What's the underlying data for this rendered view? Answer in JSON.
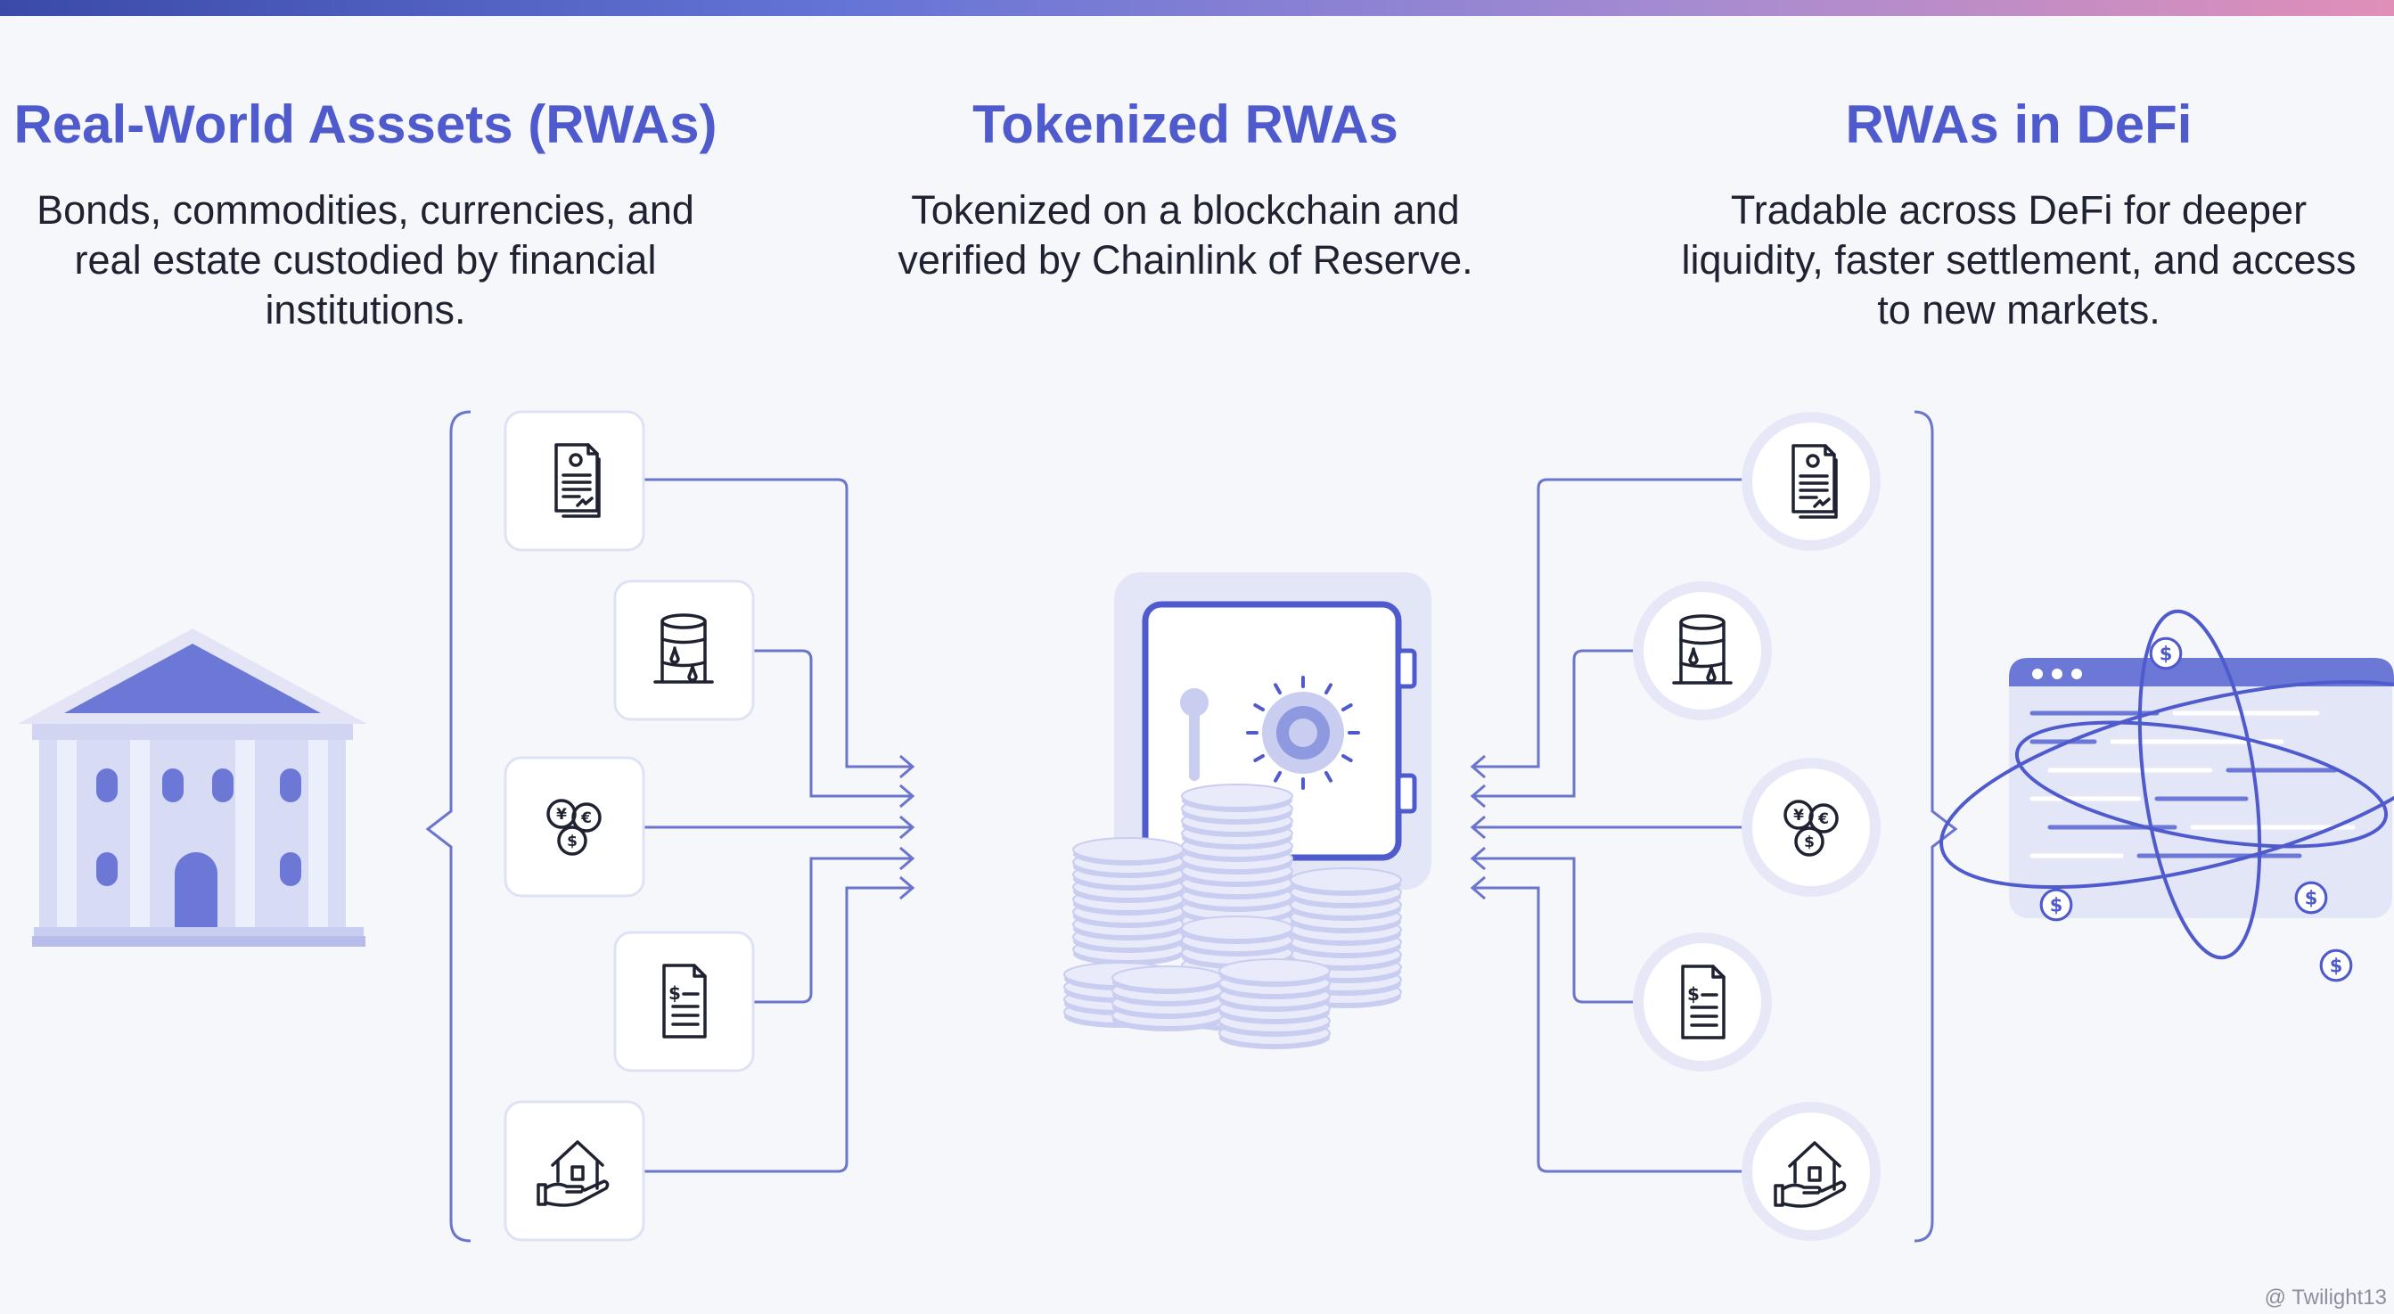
{
  "columns": [
    {
      "title": "Real-World Asssets (RWAs)",
      "description": "Bonds, commodities, currencies, and real estate custodied by financial institutions."
    },
    {
      "title": "Tokenized RWAs",
      "description": "Tokenized on a blockchain and verified by Chainlink of Reserve."
    },
    {
      "title": "RWAs in DeFi",
      "description": "Tradable across DeFi for deeper liquidity, faster settlement, and access to new markets."
    }
  ],
  "asset_icons": [
    "bond-certificate-icon",
    "oil-barrel-icon",
    "currency-coins-icon",
    "invoice-document-icon",
    "real-estate-house-icon"
  ],
  "coin_symbol": "$",
  "currency_symbols": {
    "yen": "¥",
    "euro": "€",
    "dollar": "$"
  },
  "watermark": "@ Twilight13",
  "colors": {
    "accent": "#4f5bcd",
    "line": "#6a76cc",
    "light_fill": "#c9cdf0",
    "pale_fill": "#e6e8f8",
    "text": "#1f2230",
    "background": "#f6f7fb"
  }
}
